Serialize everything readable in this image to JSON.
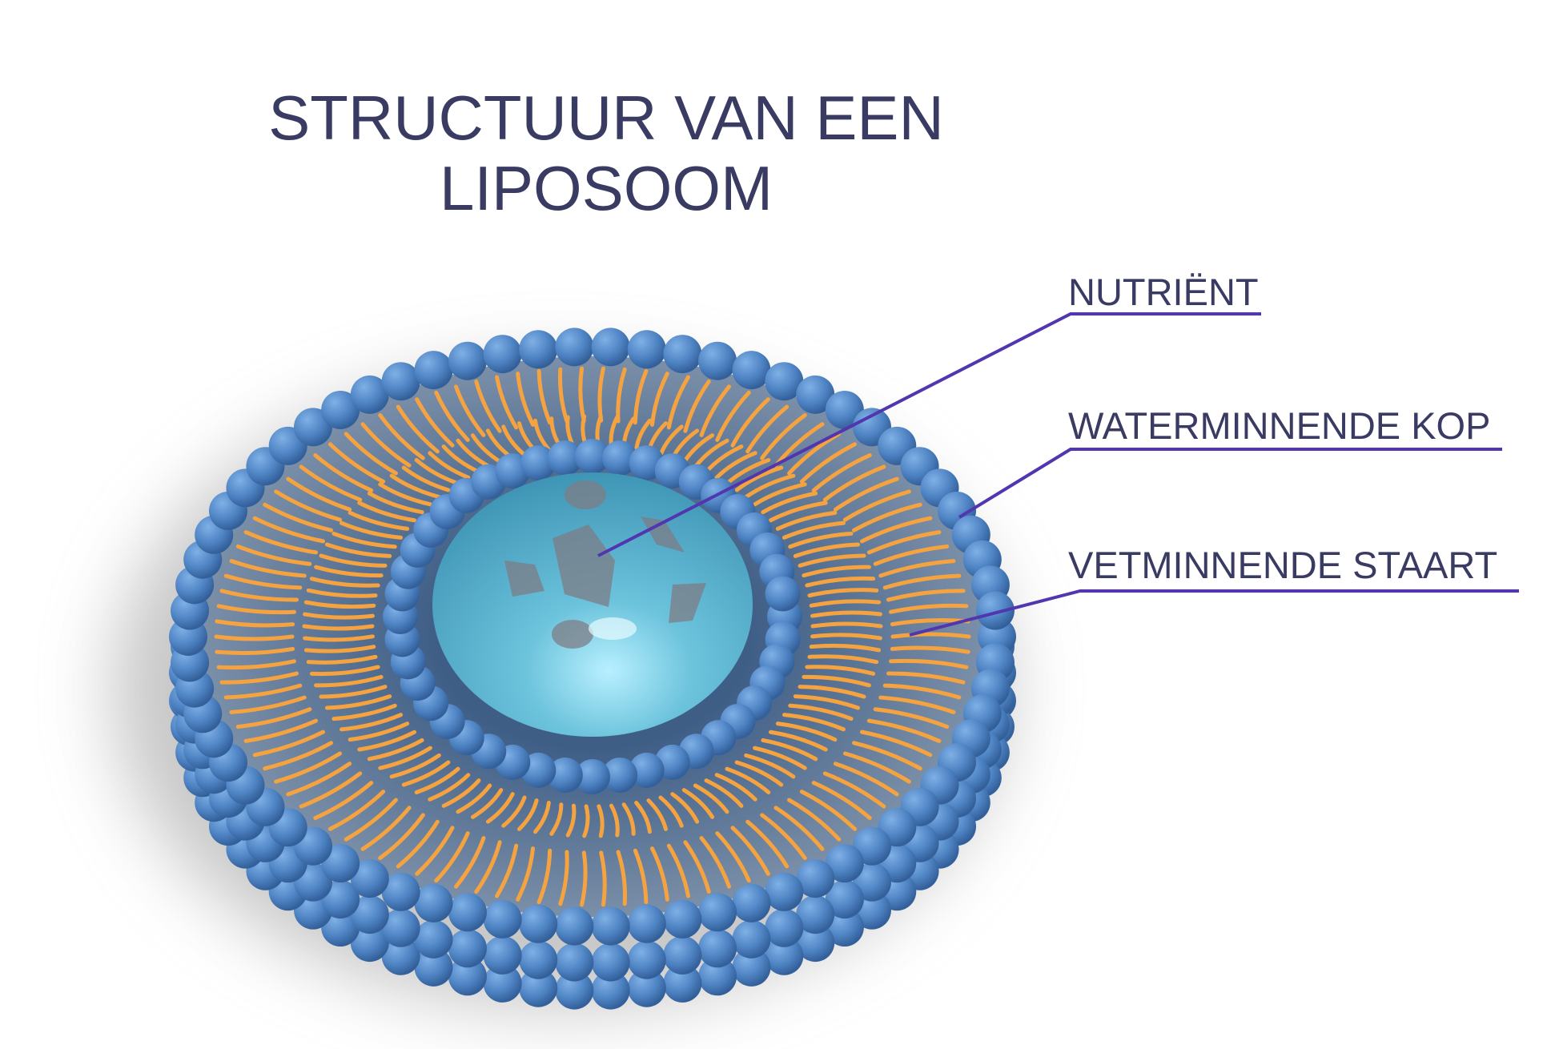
{
  "title": {
    "line1": "STRUCTUUR VAN EEN",
    "line2": "LIPOSOOM"
  },
  "labels": {
    "nutrient": "NUTRIËNT",
    "head": "WATERMINNENDE KOP",
    "tail": "VETMINNENDE STAART"
  },
  "colors": {
    "text": "#3a3b63",
    "leader": "#5236b0",
    "head": "#4f84c4",
    "tail": "#f5a340",
    "core": "#6cc3dc"
  }
}
